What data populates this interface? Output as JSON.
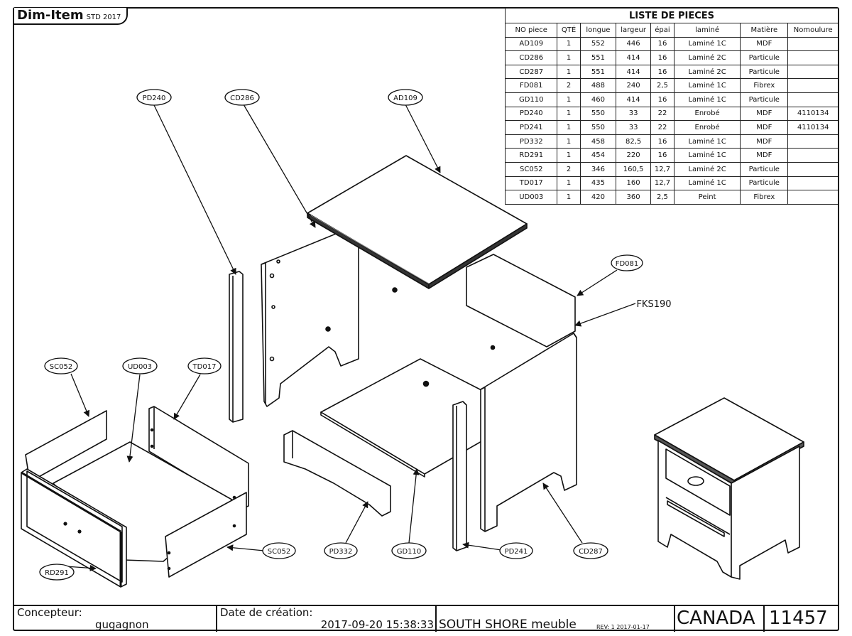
{
  "stamp": {
    "brand": "Dim-Item",
    "std": "STD 2017"
  },
  "parts_list": {
    "title": "LISTE DE PIECES",
    "columns": [
      "NO piece",
      "QTÉ",
      "longue",
      "largeur",
      "épai",
      "laminé",
      "Matière",
      "Nomoulure"
    ],
    "rows": [
      [
        "AD109",
        "1",
        "552",
        "446",
        "16",
        "Laminé 1C",
        "MDF",
        ""
      ],
      [
        "CD286",
        "1",
        "551",
        "414",
        "16",
        "Laminé 2C",
        "Particule",
        ""
      ],
      [
        "CD287",
        "1",
        "551",
        "414",
        "16",
        "Laminé 2C",
        "Particule",
        ""
      ],
      [
        "FD081",
        "2",
        "488",
        "240",
        "2,5",
        "Laminé 1C",
        "Fibrex",
        ""
      ],
      [
        "GD110",
        "1",
        "460",
        "414",
        "16",
        "Laminé 1C",
        "Particule",
        ""
      ],
      [
        "PD240",
        "1",
        "550",
        "33",
        "22",
        "Enrobé",
        "MDF",
        "4110134"
      ],
      [
        "PD241",
        "1",
        "550",
        "33",
        "22",
        "Enrobé",
        "MDF",
        "4110134"
      ],
      [
        "PD332",
        "1",
        "458",
        "82,5",
        "16",
        "Laminé 1C",
        "MDF",
        ""
      ],
      [
        "RD291",
        "1",
        "454",
        "220",
        "16",
        "Laminé 1C",
        "MDF",
        ""
      ],
      [
        "SC052",
        "2",
        "346",
        "160,5",
        "12,7",
        "Laminé 2C",
        "Particule",
        ""
      ],
      [
        "TD017",
        "1",
        "435",
        "160",
        "12,7",
        "Laminé 1C",
        "Particule",
        ""
      ],
      [
        "UD003",
        "1",
        "420",
        "360",
        "2,5",
        "Peint",
        "Fibrex",
        ""
      ]
    ]
  },
  "callouts": {
    "pd240": "PD240",
    "cd286": "CD286",
    "ad109": "AD109",
    "fd081": "FD081",
    "fks190": "FKS190",
    "sc052_top": "SC052",
    "ud003": "UD003",
    "td017": "TD017",
    "rd291": "RD291",
    "sc052_bottom": "SC052",
    "pd332": "PD332",
    "gd110": "GD110",
    "pd241": "PD241",
    "cd287": "CD287"
  },
  "title_block": {
    "designer_label": "Concepteur:",
    "designer": "gugagnon",
    "date_label": "Date de création:",
    "date": "2017-09-20 15:38:33",
    "company": "SOUTH SHORE meuble",
    "rev": "REV: 1  2017-01-17",
    "country": "CANADA",
    "item_number": "11457"
  }
}
